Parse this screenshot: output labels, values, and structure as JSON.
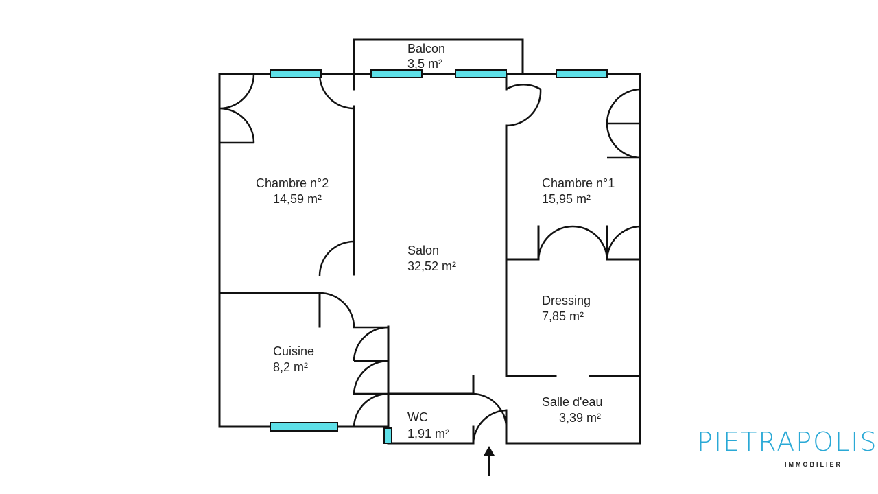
{
  "rooms": {
    "balcon": {
      "name": "Balcon",
      "area": "3,5  m²"
    },
    "chambre2": {
      "name": "Chambre n°2",
      "area": "14,59  m²"
    },
    "chambre1": {
      "name": "Chambre n°1",
      "area": "15,95  m²"
    },
    "salon": {
      "name": "Salon",
      "area": "32,52  m²"
    },
    "dressing": {
      "name": "Dressing",
      "area": "7,85  m²"
    },
    "cuisine": {
      "name": "Cuisine",
      "area": "8,2  m²"
    },
    "salle_eau": {
      "name": "Salle d'eau",
      "area": "3,39  m²"
    },
    "wc": {
      "name": "WC",
      "area": "1,91  m²"
    }
  },
  "logo": {
    "name": "PIETRAPOLIS",
    "tagline": "IMMOBILIER"
  },
  "colors": {
    "window": "#5ee0e8",
    "brand": "#2aa9d6"
  }
}
